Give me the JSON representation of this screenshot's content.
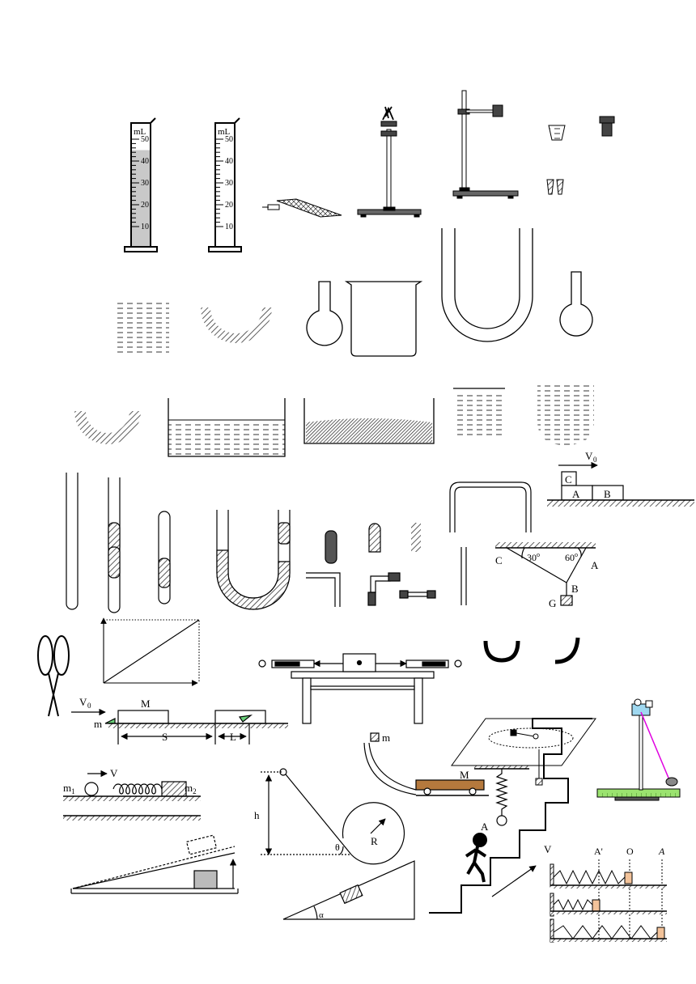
{
  "cylinders": {
    "unit": "mL",
    "ticks": [
      "50",
      "40",
      "30",
      "20",
      "10"
    ],
    "left_fill_level_ml": 45
  },
  "blocks_problem": {
    "velocity": "V",
    "velocity_sub": "0",
    "block_top": "C",
    "block_left": "A",
    "block_right": "B"
  },
  "suspension_problem": {
    "left_point": "C",
    "right_point": "A",
    "left_angle": "30",
    "right_angle": "60",
    "knot": "B",
    "weight": "G"
  },
  "slide_problem": {
    "velocity": "V",
    "velocity_sub": "0",
    "small_mass": "m",
    "board_mass": "M",
    "distance_s": "S",
    "distance_l": "L"
  },
  "curve_problem": {
    "small_mass": "m",
    "cart_mass": "M",
    "point": "A"
  },
  "spring_problem": {
    "velocity": "V",
    "mass_left": "m",
    "mass_left_sub": "1",
    "mass_right": "m",
    "mass_right_sub": "2"
  },
  "loop_problem": {
    "height": "h",
    "angle": "θ",
    "radius": "R"
  },
  "incline_problem": {
    "angle": "α"
  },
  "oscillator_problem": {
    "velocity": "V",
    "point_a_prime": "A'",
    "point_o": "O",
    "point_a": "A"
  }
}
